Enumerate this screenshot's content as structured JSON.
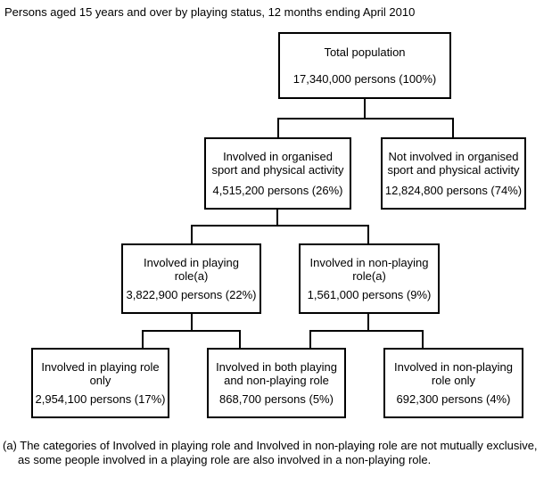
{
  "title": "Persons aged 15 years and over by playing status, 12 months ending April 2010",
  "diagram": {
    "type": "tree",
    "nodes": {
      "total": {
        "label": "Total population",
        "value": "17,340,000 persons (100%)",
        "persons": 17340000,
        "percent": 100
      },
      "involved": {
        "label": "Involved in organised\nsport and physical activity",
        "value": "4,515,200 persons (26%)",
        "persons": 4515200,
        "percent": 26,
        "parent": "total"
      },
      "not_involved": {
        "label": "Not involved in organised\nsport and physical activity",
        "value": "12,824,800 persons (74%)",
        "persons": 12824800,
        "percent": 74,
        "parent": "total"
      },
      "playing_role": {
        "label": "Involved in playing\nrole(a)",
        "value": "3,822,900 persons (22%)",
        "persons": 3822900,
        "percent": 22,
        "parent": "involved"
      },
      "non_playing_role": {
        "label": "Involved in non-playing\nrole(a)",
        "value": "1,561,000 persons (9%)",
        "persons": 1561000,
        "percent": 9,
        "parent": "involved"
      },
      "playing_only": {
        "label": "Involved in playing role\nonly",
        "value": "2,954,100 persons (17%)",
        "persons": 2954100,
        "percent": 17,
        "parent": "playing_role"
      },
      "both_roles": {
        "label": "Involved in both playing\nand non-playing role",
        "value": "868,700 persons (5%)",
        "persons": 868700,
        "percent": 5,
        "parent": "playing_role, non_playing_role"
      },
      "non_playing_only": {
        "label": "Involved in non-playing\nrole only",
        "value": "692,300 persons (4%)",
        "persons": 692300,
        "percent": 4,
        "parent": "non_playing_role"
      }
    }
  },
  "footnote": {
    "line1": "(a) The categories of Involved in playing role and Involved in non-playing role are not mutually exclusive,",
    "line2": "as some people involved in a playing role are also involved in a non-playing role."
  },
  "colors": {
    "background": "#ffffff",
    "border": "#000000",
    "text": "#000000"
  }
}
